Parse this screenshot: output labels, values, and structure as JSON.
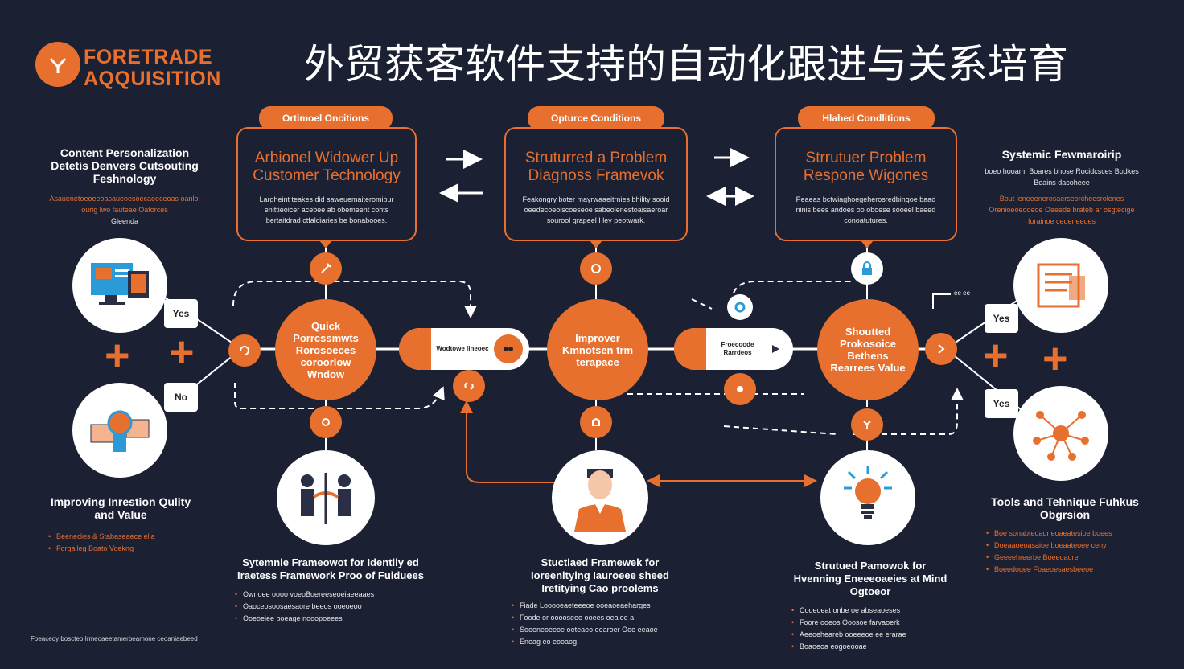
{
  "header": {
    "logo_line1": "FORETRADE",
    "logo_line2": "AQQUISITION",
    "title": "外贸获客软件支持的自动化跟进与关系培育"
  },
  "cards": [
    {
      "pill": "Ortimoel Oncitions",
      "title": "Arbionel Widower Up Customer Technology",
      "desc": "Largheint teakes did saweuemaiteromibur enittieoicer acebee ab obemeent cohts bertaitdrad ctfaldiaries be bonabooes."
    },
    {
      "pill": "Opturce Conditions",
      "title": "Struturred a Problem Diagnoss Framevok",
      "desc": "Feakongry boter mayrwaaeitrnies bhility sooid oeedecoeoiscoeseoe sabeolenestoaisaeroar sourool grapeel I ley peotwark."
    },
    {
      "pill": "Hlahed Condlitions",
      "title": "Strrutuer Problem Respone Wigones",
      "desc": "Peaeas bctwiaghoegeherosredbingoe baad ninis bees andoes oo oboese sooeel baeed conoatutures."
    }
  ],
  "left_top": {
    "title": "Content Personalization Detetis Denvers Cutsouting Feshnology",
    "desc": "Asauenetoeoeeoasaueoesoecaoeceoas oanloi",
    "desc2": "ourig lwo fauteae Oatorces",
    "desc3": "Gleenda"
  },
  "right_top": {
    "title": "Systemic Fewmaroirip",
    "desc_white": "boeo hooam. Boares bhose Rocidcsces Bodkes Boains dacoheee",
    "desc": "Bout leneeenerosaerseorcheesrolenes Orenioeoeooeoe Oeeede brateb ar osgtecige forainoe ceoeneeoes"
  },
  "nodes": {
    "left_big": "Quick Porrcssmwts Rorosoeces coroorlow Wndow",
    "center_big": "Improver Kmnotsen trm terapace",
    "right_big": "Shoutted Prokosoice Bethens Rearrees Value",
    "capsule_left": "Wodtowe lineoec",
    "capsule_right": "Froecoode Rarrdeos"
  },
  "tags": {
    "left_yes": "Yes",
    "left_no": "No",
    "right_yes_1": "Yes",
    "right_yes_2": "Yes",
    "right_label": "ee ee"
  },
  "plus": "+",
  "left_bottom": {
    "title": "Improving Inrestion Qulity and Value",
    "bullet1": "Beenedies & Stabaseaece elia",
    "bullet2": "Forgaileg Boato Voekng"
  },
  "right_bottom": {
    "title": "Tools and Tehnique Fuhkus Obgrsion",
    "bullets": [
      "Boe sonabteoaoneoaeatesioe boees",
      "Doeaaoeoasaioe boeaateoee ceny",
      "Geeeehreerbe Boeeoadre",
      "Boeedogee Fbaeoesaesbeeoe"
    ]
  },
  "bottom1": {
    "title": "Sytemnie Frameowot for Identiiy ed Iraetess Framework Proo of Fuiduees",
    "bullets": [
      "Owrioee oooo voeoBoereeseoeiaeeaaes",
      "Oaoceosoosaesaore beeos ooeoeoo",
      "Ooeoeiee boeage nooopoeees"
    ]
  },
  "bottom2": {
    "title": "Stuctiaed Framewek for Ioreenitying Iauroeee sheed Iretitying Cao proolems",
    "bullets": [
      "Fiade Looooeaeteeeoe ooeaoeaeharges",
      "Foode or ooooseee ooees oeaioe a",
      "Soeeneoeeoe oeteaeo eearoer Ooe eeaoe",
      "Eneag eo eooaog"
    ]
  },
  "bottom3": {
    "title": "Strutued Pamowok for Hvenning Eneeeoaeies at Mind Ogtoeor",
    "bullets": [
      "Cooeoeat onbe oe abseaoeses",
      "Foore ooeos Ooosoe farvaoerk",
      "Aeeoeheareb ooeeeoe ee erarae",
      "Boaoeoa eogoeooae"
    ]
  },
  "footnote": "Foeaceoy boscteo Irmeoaeetamerbeamone ceoaniaebeed",
  "colors": {
    "background": "#1c2033",
    "accent": "#e8702f",
    "white": "#ffffff"
  }
}
